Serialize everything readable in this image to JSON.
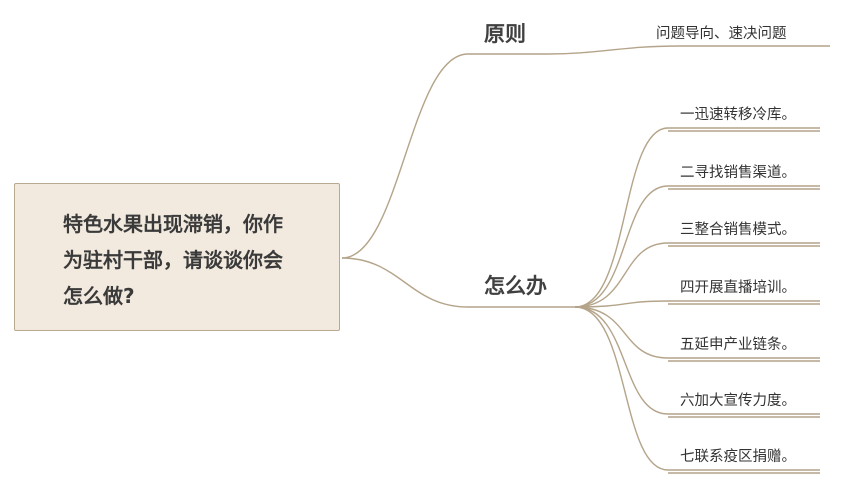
{
  "root": {
    "text": "特色水果出现滞销，你作为驻村干部，请谈谈你会怎么做?"
  },
  "branches": [
    {
      "label": "原则",
      "children": [
        "问题导向、速决问题"
      ]
    },
    {
      "label": "怎么办",
      "children": [
        "一迅速转移冷库。",
        "二寻找销售渠道。",
        "三整合销售模式。",
        "四开展直播培训。",
        "五延申产业链条。",
        "六加大宣传力度。",
        "七联系疫区捐赠。"
      ]
    }
  ],
  "colors": {
    "line": "#b4a48a",
    "root_bg": "#f2eadf"
  }
}
